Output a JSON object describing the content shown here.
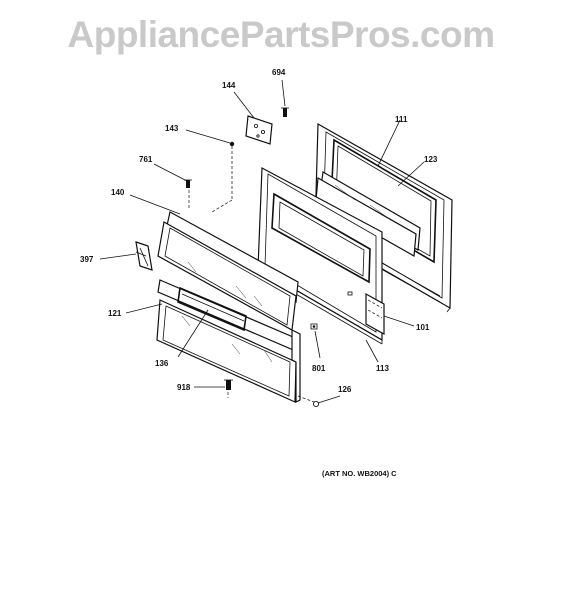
{
  "watermark": "AppliancePartsPros.com",
  "art_number": "(ART NO. WB2004) C",
  "callouts": [
    "694",
    "144",
    "143",
    "111",
    "761",
    "123",
    "140",
    "397",
    "101",
    "121",
    "801",
    "113",
    "136",
    "918",
    "126"
  ]
}
